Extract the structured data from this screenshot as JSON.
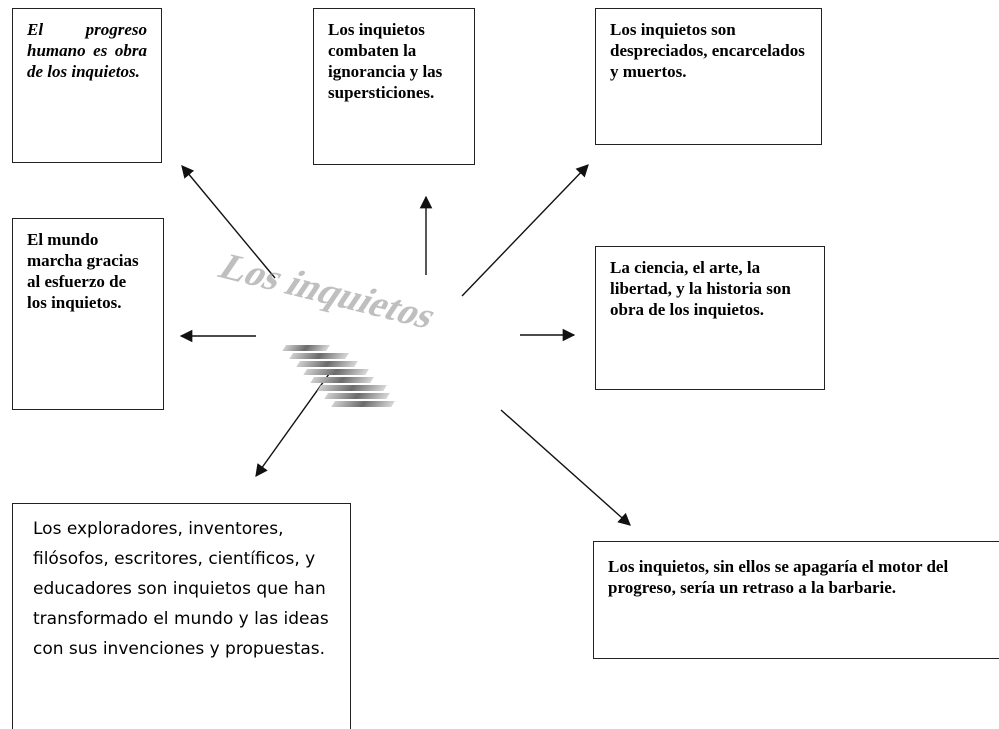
{
  "boxes": {
    "b1": "El progreso humano es obra de los inquietos.",
    "b2": "Los inquietos combaten la ignorancia y las supersticiones.",
    "b3": "Los inquietos son despreciados, encarcelados y muertos.",
    "b4": "El mundo marcha gracias al esfuerzo de los inquietos.",
    "b5": "La ciencia, el arte, la libertad, y la historia son obra de los inquietos.",
    "b6": "Los exploradores, inventores, filósofos, escritores, científicos, y educadores son inquietos que han transformado el mundo y las ideas con sus invenciones y propuestas.",
    "b7": "Los inquietos, sin ellos se apagaría el motor del progreso, sería un retraso a la barbarie."
  },
  "central_word": "Los inquietos",
  "colors": {
    "border": "#222222",
    "arrow": "#111111",
    "central_text": "#7a7a7a"
  }
}
